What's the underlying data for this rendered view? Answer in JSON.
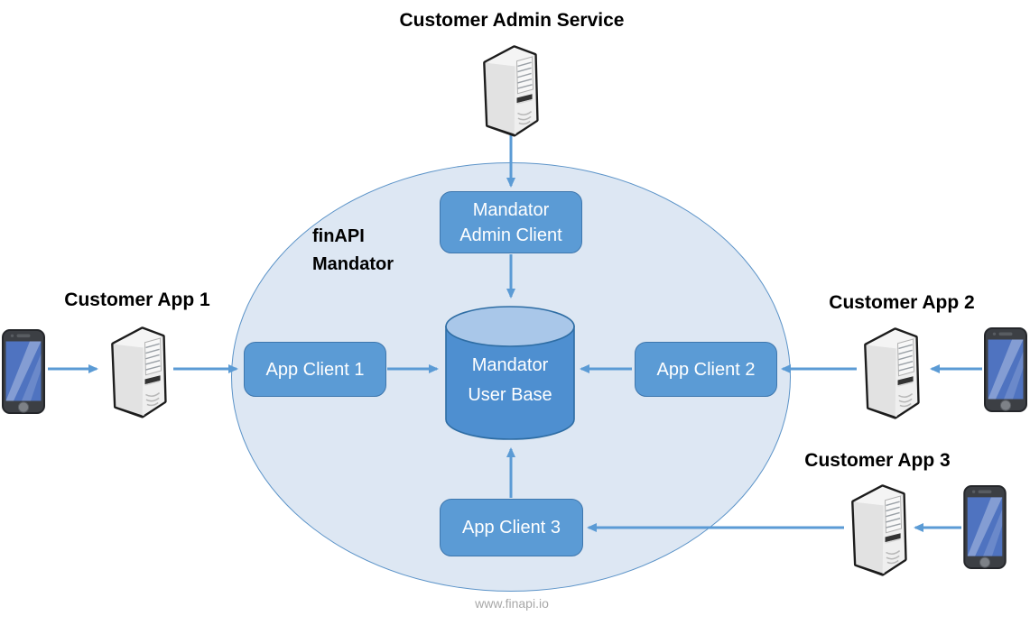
{
  "diagram": {
    "website": "www.finapi.io",
    "ellipse": {
      "label_line1": "finAPI",
      "label_line2": "Mandator"
    },
    "nodes": {
      "mandator_admin_client": {
        "line1": "Mandator",
        "line2": "Admin Client"
      },
      "mandator_user_base": {
        "line1": "Mandator",
        "line2": "User Base"
      },
      "app_client_1": {
        "label": "App Client 1"
      },
      "app_client_2": {
        "label": "App Client 2"
      },
      "app_client_3": {
        "label": "App Client 3"
      }
    },
    "externals": {
      "customer_admin_service": {
        "label": "Customer Admin Service",
        "icons": [
          "server-icon"
        ]
      },
      "customer_app_1": {
        "label": "Customer App 1",
        "icons": [
          "smartphone-icon",
          "server-icon"
        ]
      },
      "customer_app_2": {
        "label": "Customer App 2",
        "icons": [
          "server-icon",
          "smartphone-icon"
        ]
      },
      "customer_app_3": {
        "label": "Customer App 3",
        "icons": [
          "server-icon",
          "smartphone-icon"
        ]
      }
    },
    "connections": [
      {
        "from": "customer-admin-service-server",
        "to": "mandator-admin-client"
      },
      {
        "from": "mandator-admin-client",
        "to": "mandator-user-base"
      },
      {
        "from": "customer-app-1-phone",
        "to": "customer-app-1-server"
      },
      {
        "from": "customer-app-1-server",
        "to": "app-client-1"
      },
      {
        "from": "app-client-1",
        "to": "mandator-user-base"
      },
      {
        "from": "app-client-2",
        "to": "mandator-user-base"
      },
      {
        "from": "customer-app-2-server",
        "to": "app-client-2"
      },
      {
        "from": "customer-app-2-phone",
        "to": "customer-app-2-server"
      },
      {
        "from": "app-client-3",
        "to": "mandator-user-base"
      },
      {
        "from": "customer-app-3-server",
        "to": "app-client-3"
      },
      {
        "from": "customer-app-3-phone",
        "to": "customer-app-3-server"
      }
    ],
    "colors": {
      "node_fill": "#5B9BD5",
      "node_stroke": "#3D76AD",
      "ellipse_fill": "#DDE7F3",
      "ellipse_stroke": "#5B93C8",
      "cylinder_body": "#4E8FD0",
      "cylinder_top": "#A9C7E9",
      "cylinder_stroke": "#2E6DA4",
      "arrow_color": "#5B9BD5",
      "label_text": "#000000",
      "node_text": "#FFFFFF",
      "website_text": "#A8A8A8"
    }
  }
}
